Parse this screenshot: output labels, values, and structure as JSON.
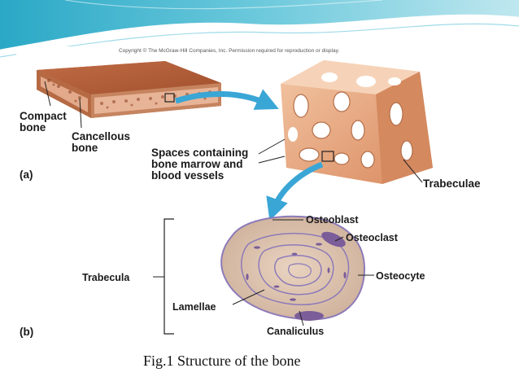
{
  "copyright": "Copyright © The McGraw-Hill Companies, Inc. Permission required for reproduction or display.",
  "labels": {
    "compact_bone_1": "Compact",
    "compact_bone_2": "bone",
    "cancellous_bone_1": "Cancellous",
    "cancellous_bone_2": "bone",
    "spaces_1": "Spaces containing",
    "spaces_2": "bone marrow and",
    "spaces_3": "blood vessels",
    "trabeculae": "Trabeculae",
    "panel_a": "(a)",
    "osteoblast": "Osteoblast",
    "osteoclast": "Osteoclast",
    "osteocyte": "Osteocyte",
    "trabecula": "Trabecula",
    "lamellae": "Lamellae",
    "panel_b": "(b)",
    "canaliculus": "Canaliculus"
  },
  "caption": "Fig.1 Structure of the bone",
  "colors": {
    "header_teal": "#35b3cf",
    "arrow_blue": "#3aa6d6",
    "bone_orange": "#e6a079",
    "bone_dark": "#b5603a",
    "lamella_fill": "#dcc2ac",
    "lamella_line": "#8d7ab9",
    "osteoclast_purple": "#7b5d99"
  }
}
